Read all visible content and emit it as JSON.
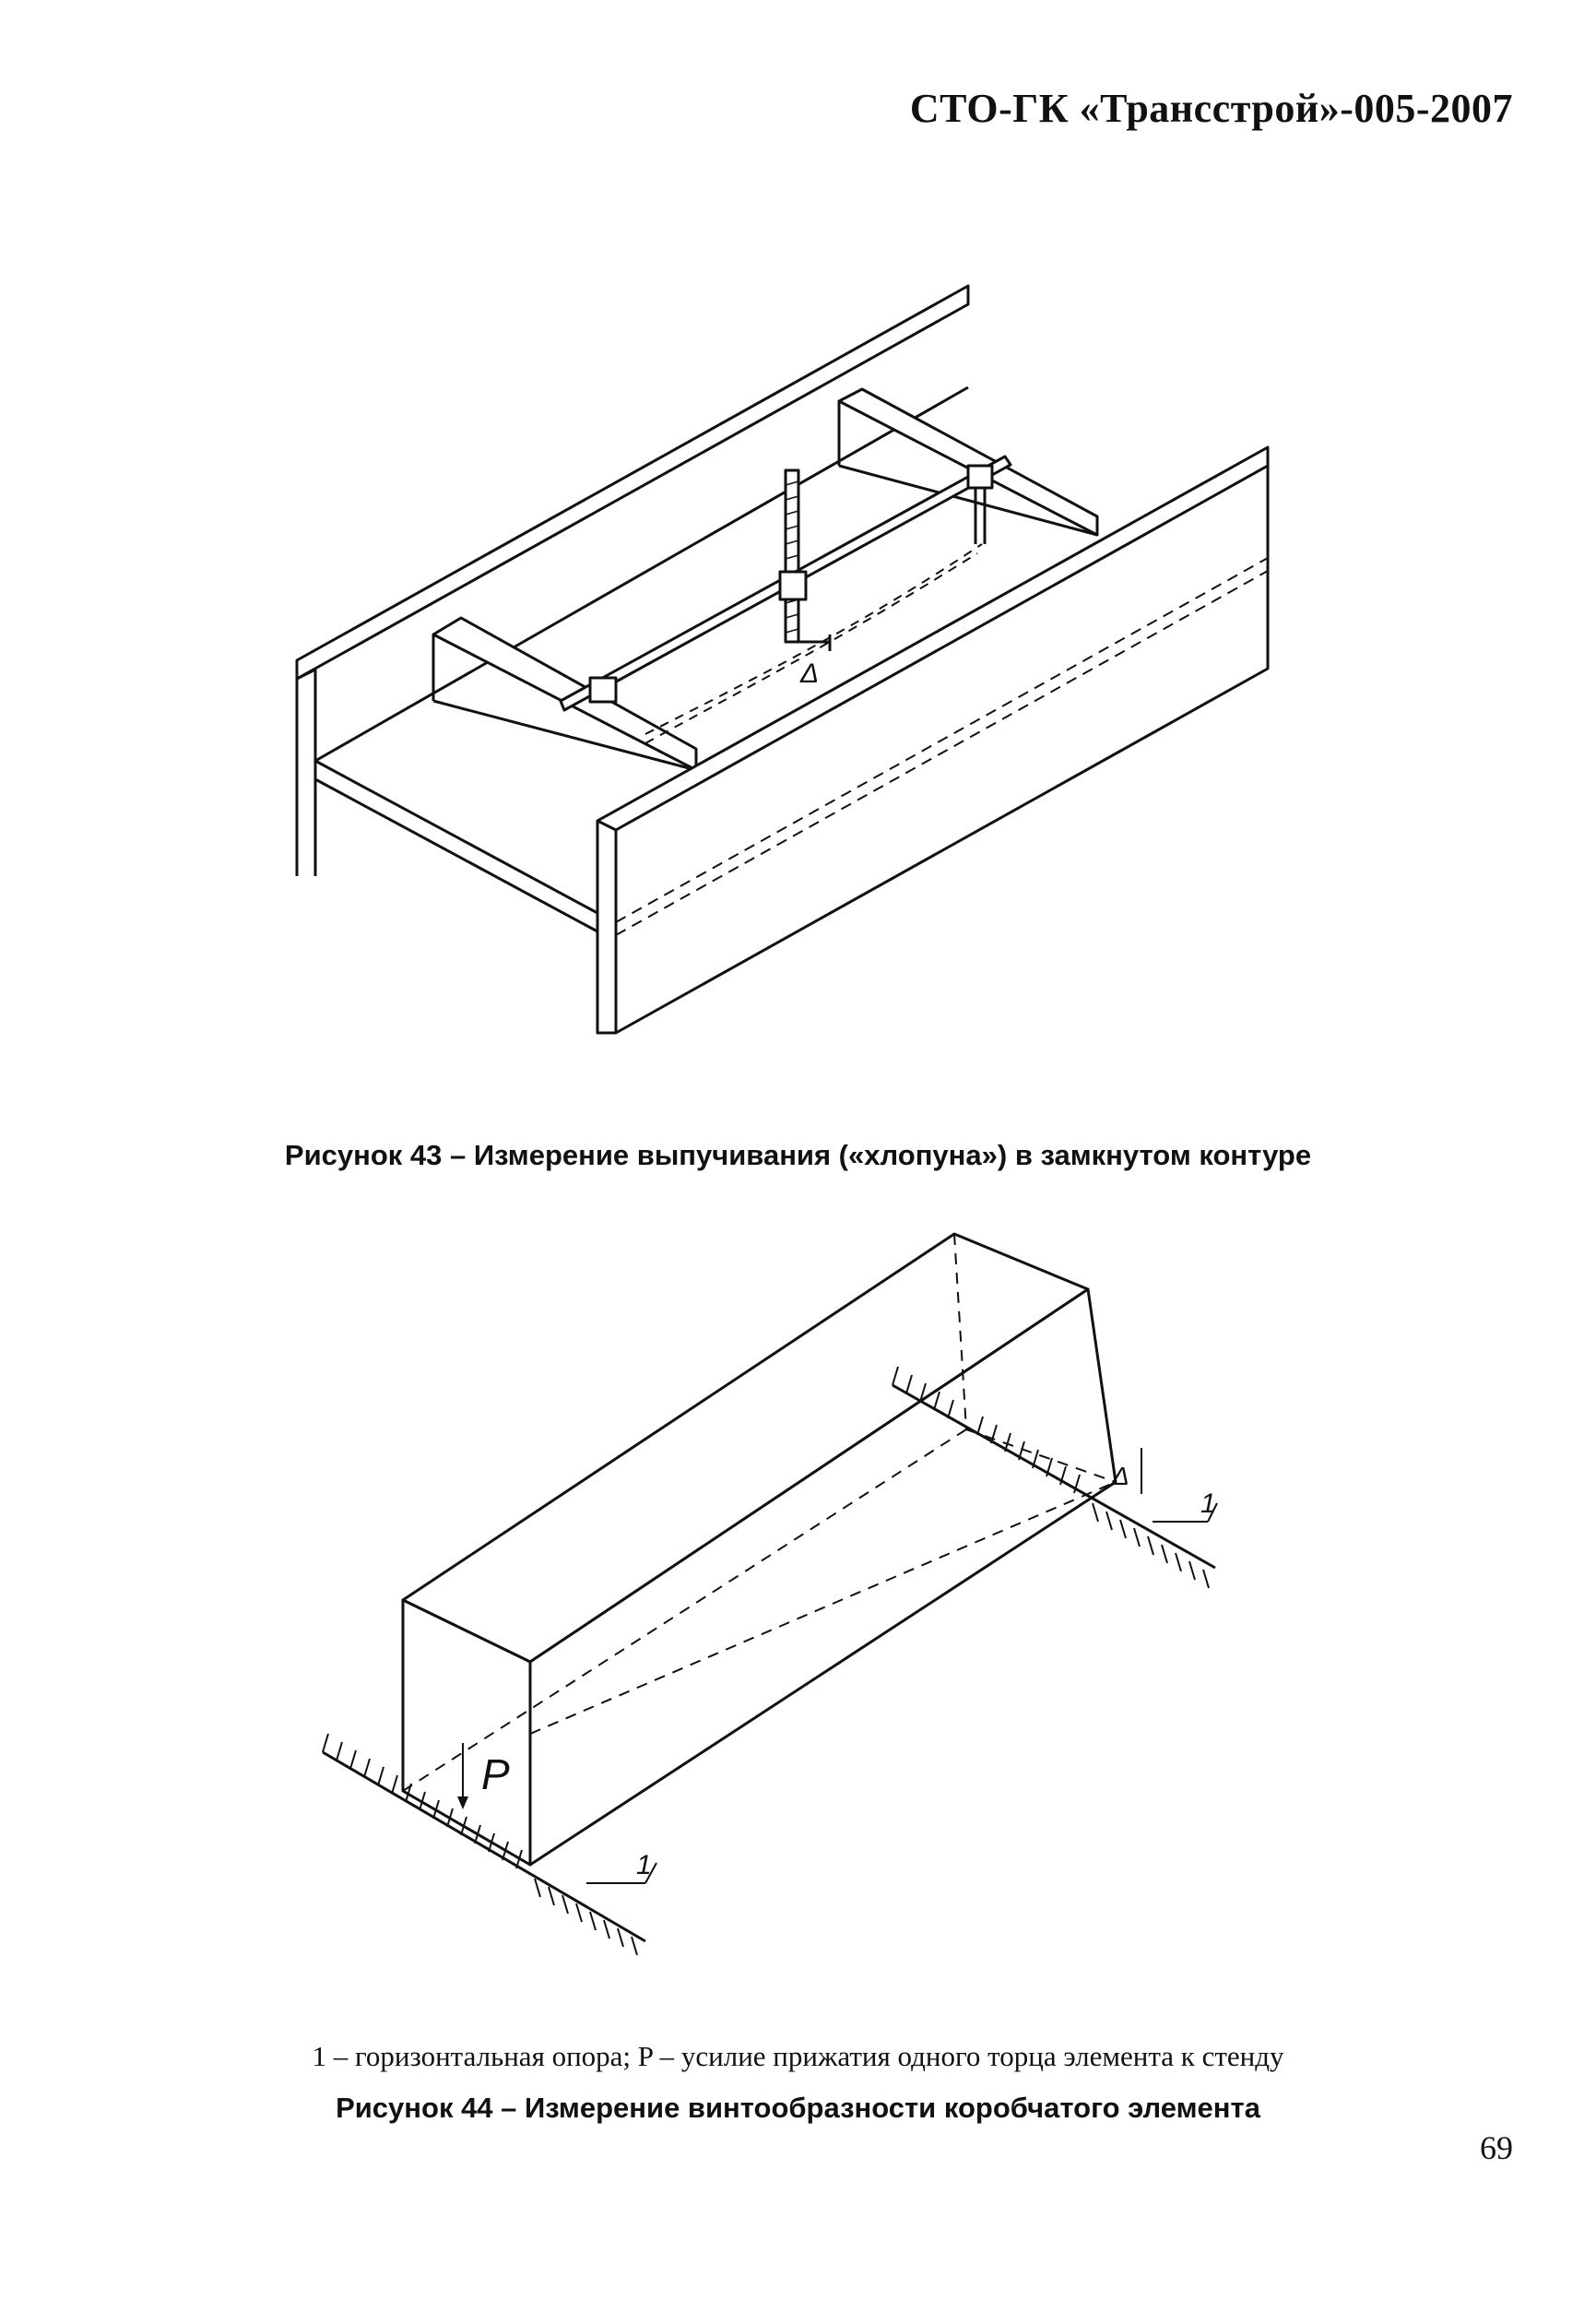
{
  "header": {
    "doc_code": "СТО-ГК «Трансстрой»-005-2007"
  },
  "figure43": {
    "caption": "Рисунок 43 – Измерение выпучивания («хлопуна») в замкнутом контуре",
    "delta_symbol": "Δ"
  },
  "figure44": {
    "legend": "1 – горизонтальная опора; P – усилие прижатия одного торца элемента к стенду",
    "caption": "Рисунок 44 – Измерение винтообразности коробчатого элемента",
    "force_label": "P",
    "support_label_near": "1",
    "support_label_far": "1",
    "delta_symbol": "Δ"
  },
  "footer": {
    "page_number": "69"
  }
}
